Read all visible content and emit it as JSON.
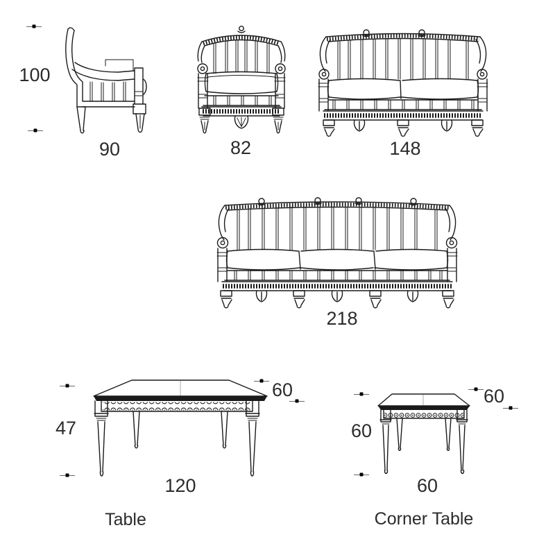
{
  "page": {
    "background": "#ffffff",
    "ink": "#1a1a1a"
  },
  "pieces": {
    "armchair_side": {
      "height": "100",
      "depth": "90"
    },
    "armchair_front": {
      "width": "82"
    },
    "sofa_two_seat": {
      "width": "148"
    },
    "sofa_three_seat": {
      "width": "218"
    },
    "table": {
      "name": "Table",
      "height": "47",
      "width": "120",
      "depth": "60"
    },
    "corner_table": {
      "name": "Corner Table",
      "height": "60",
      "width": "60",
      "depth": "60"
    }
  }
}
